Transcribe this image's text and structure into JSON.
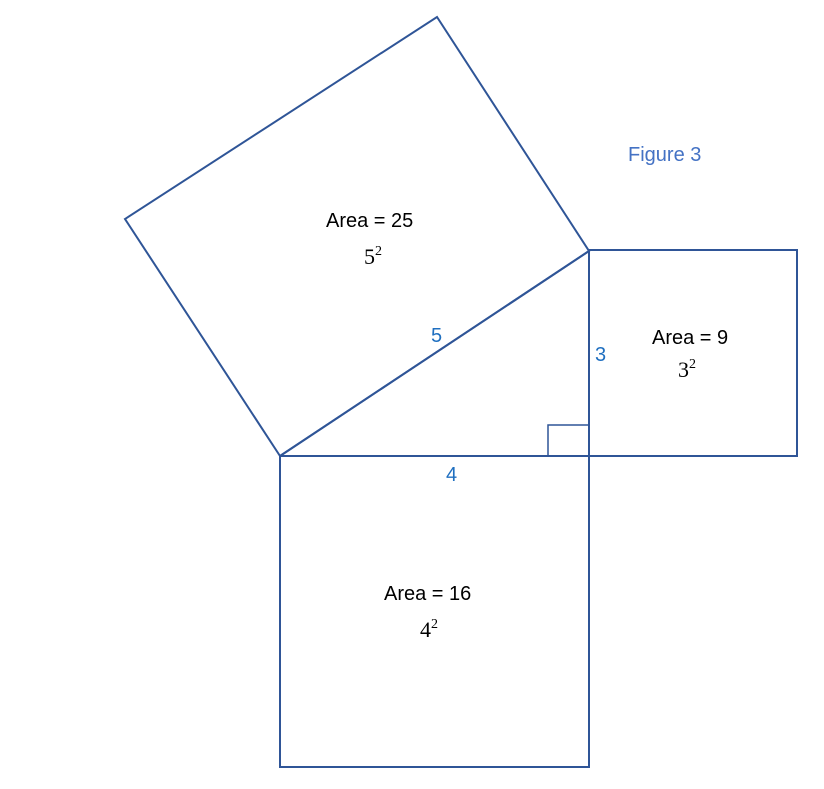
{
  "figure": {
    "title": "Figure 3"
  },
  "triangle": {
    "hypotenuse_label": "5",
    "vertical_leg_label": "3",
    "horizontal_leg_label": "4"
  },
  "squares": {
    "large": {
      "area_label": "Area = 25",
      "base": "5",
      "exponent": "2"
    },
    "right": {
      "area_label": "Area = 9",
      "base": "3",
      "exponent": "2"
    },
    "bottom": {
      "area_label": "Area = 16",
      "base": "4",
      "exponent": "2"
    }
  },
  "colors": {
    "outline": "#2f5597",
    "side_label": "#1f6fc0",
    "title": "#4472c4"
  }
}
